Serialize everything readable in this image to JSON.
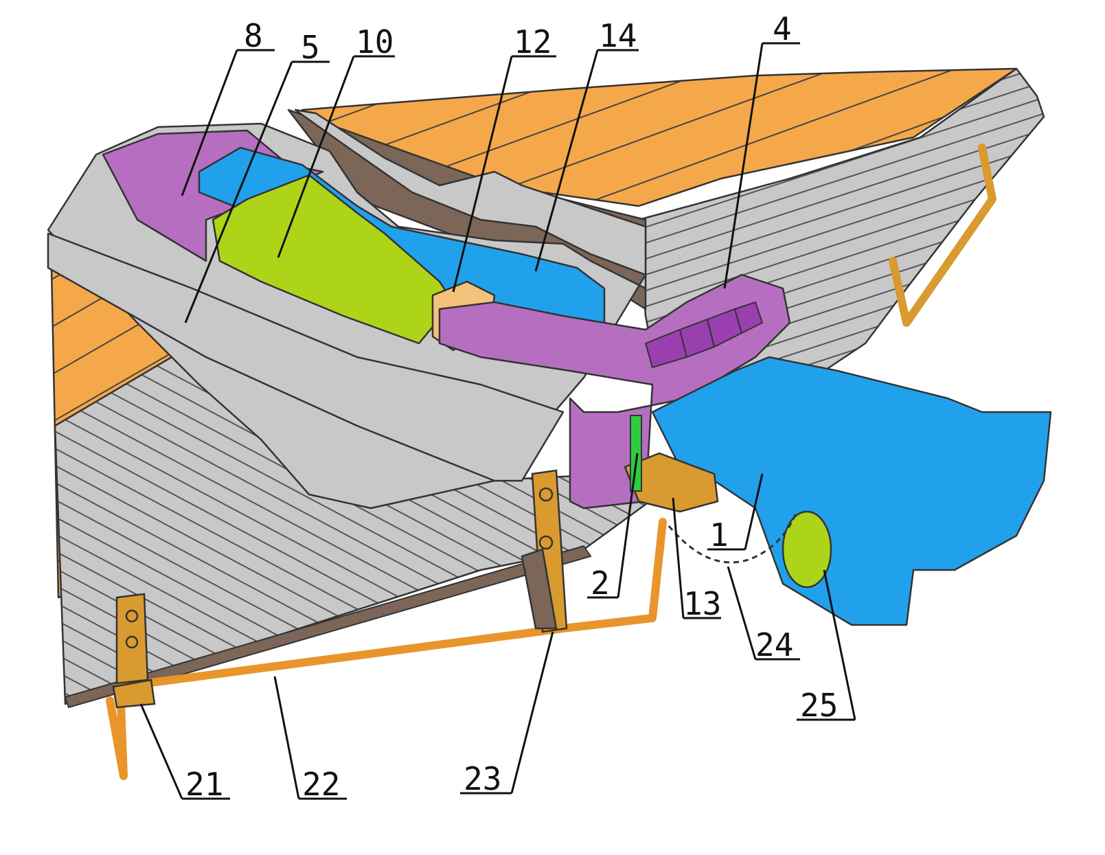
{
  "palette": {
    "deck_orange": "#f5a84a",
    "hull_gray": "#c8c8c8",
    "shadow_brown": "#7b6658",
    "purple": "#b66fc0",
    "blue": "#21a1ec",
    "lime": "#aed41a",
    "fitting_orange": "#d99a30",
    "green": "#2ecc40"
  },
  "callouts": [
    {
      "id": "8",
      "label": "8"
    },
    {
      "id": "5",
      "label": "5"
    },
    {
      "id": "10",
      "label": "10"
    },
    {
      "id": "12",
      "label": "12"
    },
    {
      "id": "14",
      "label": "14"
    },
    {
      "id": "4",
      "label": "4"
    },
    {
      "id": "1",
      "label": "1"
    },
    {
      "id": "2",
      "label": "2"
    },
    {
      "id": "13",
      "label": "13"
    },
    {
      "id": "24",
      "label": "24"
    },
    {
      "id": "25",
      "label": "25"
    },
    {
      "id": "21",
      "label": "21"
    },
    {
      "id": "22",
      "label": "22"
    },
    {
      "id": "23",
      "label": "23"
    }
  ]
}
